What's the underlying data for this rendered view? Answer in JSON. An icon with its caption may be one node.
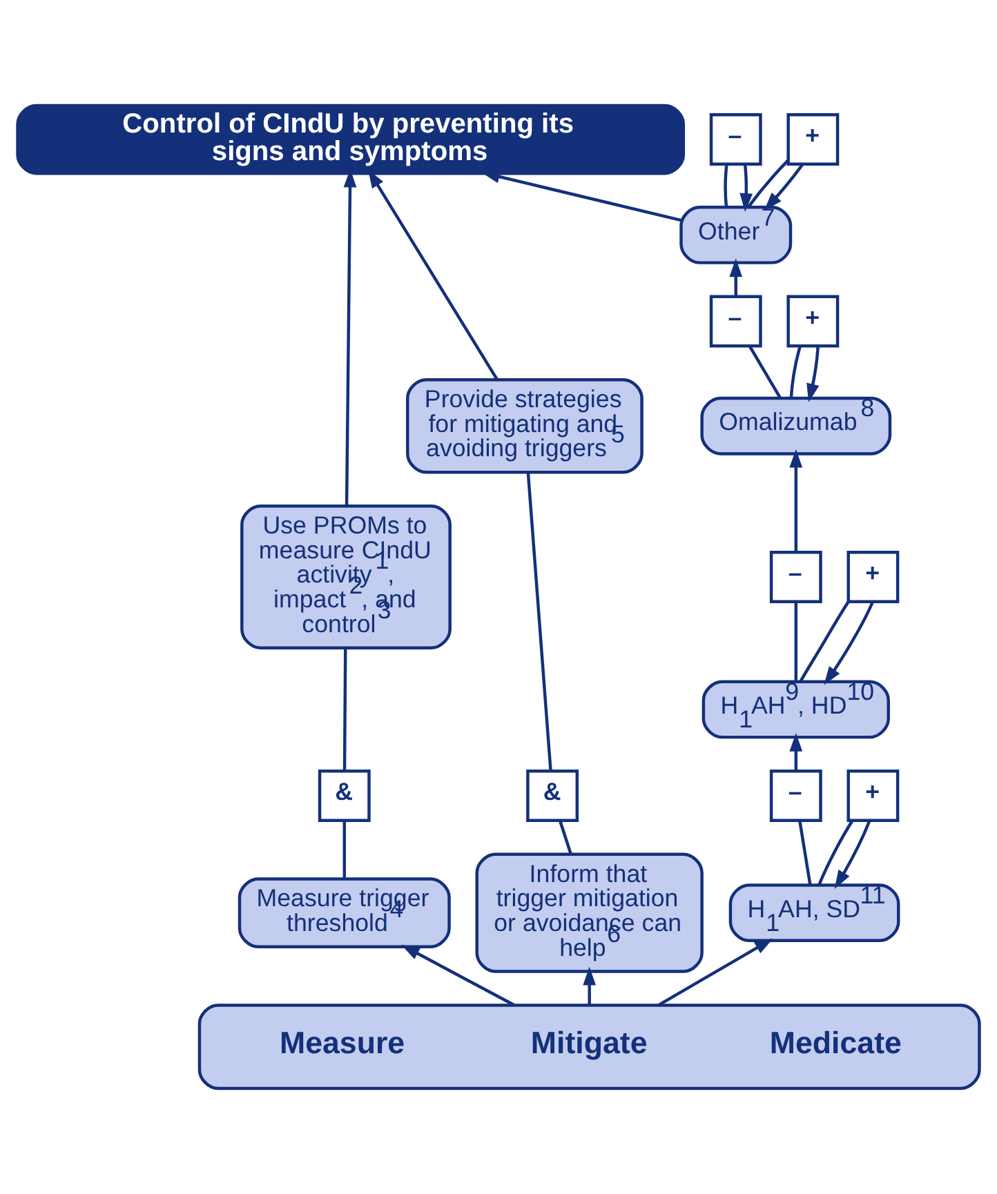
{
  "diagram": {
    "nodes": [
      {
        "text": [
          "Control of CIndU by preventing its signs and symptoms"
        ]
      },
      {
        "text": [
          "Use PROMs to measure CIndU activity$^{1}$, impact$^{2}$, and control$^{3}$"
        ]
      },
      {
        "text": [
          "Provide strategies for mitigating and avoiding triggers$^{5}$"
        ]
      },
      {
        "text": [
          "&"
        ]
      },
      {
        "text": [
          "&"
        ]
      },
      {
        "text": [
          "Measure trigger threshold$^{4}$"
        ]
      },
      {
        "text": [
          "Inform that trigger mitigation or avoidance can help$^{6}$"
        ]
      },
      {
        "text": [
          "–"
        ]
      },
      {
        "text": [
          "+"
        ]
      },
      {
        "text": [
          "Other$^{7}$"
        ]
      },
      {
        "text": [
          "–"
        ]
      },
      {
        "text": [
          "+"
        ]
      },
      {
        "text": [
          "Omalizumab$^{8}$"
        ]
      },
      {
        "text": [
          "–"
        ]
      },
      {
        "text": [
          "+"
        ]
      },
      {
        "text": [
          "H$_{1}$AH$^{9}$, HD$^{10}$"
        ]
      },
      {
        "text": [
          "–"
        ]
      },
      {
        "text": [
          "+"
        ]
      },
      {
        "text": [
          "H$_{1}$AH, SD$^{11}$"
        ]
      },
      {
        "text": [
          "Measure",
          "Mitigate",
          "Medicate"
        ]
      }
    ],
    "edges": [
      {
        "from": 19,
        "to": 5,
        "arrow": "to"
      },
      {
        "from": 19,
        "to": 6,
        "arrow": "to"
      },
      {
        "from": 19,
        "to": 18,
        "arrow": "to"
      },
      {
        "from": 5,
        "to": 3,
        "arrow": "none"
      },
      {
        "from": 3,
        "to": 1,
        "arrow": "none"
      },
      {
        "from": 6,
        "to": 4,
        "arrow": "none"
      },
      {
        "from": 4,
        "to": 2,
        "arrow": "none"
      },
      {
        "from": 1,
        "to": 0,
        "arrow": "to"
      },
      {
        "from": 2,
        "to": 0,
        "arrow": "to"
      },
      {
        "from": 18,
        "to": 16,
        "arrow": "none"
      },
      {
        "from": 18,
        "to": 17,
        "arrow": "none"
      },
      {
        "from": 16,
        "to": 15,
        "arrow": "to"
      },
      {
        "from": 17,
        "to": 18,
        "arrow": "to"
      },
      {
        "from": 15,
        "to": 13,
        "arrow": "none"
      },
      {
        "from": 15,
        "to": 14,
        "arrow": "none"
      },
      {
        "from": 13,
        "to": 12,
        "arrow": "to"
      },
      {
        "from": 14,
        "to": 15,
        "arrow": "to"
      },
      {
        "from": 12,
        "to": 10,
        "arrow": "none"
      },
      {
        "from": 12,
        "to": 11,
        "arrow": "none"
      },
      {
        "from": 10,
        "to": 9,
        "arrow": "to"
      },
      {
        "from": 11,
        "to": 12,
        "arrow": "to"
      },
      {
        "from": 9,
        "to": 7,
        "arrow": "none"
      },
      {
        "from": 9,
        "to": 8,
        "arrow": "none"
      },
      {
        "from": 9,
        "to": 0,
        "arrow": "to"
      },
      {
        "from": 7,
        "to": 9,
        "arrow": "to"
      },
      {
        "from": 8,
        "to": 9,
        "arrow": "to"
      }
    ]
  }
}
